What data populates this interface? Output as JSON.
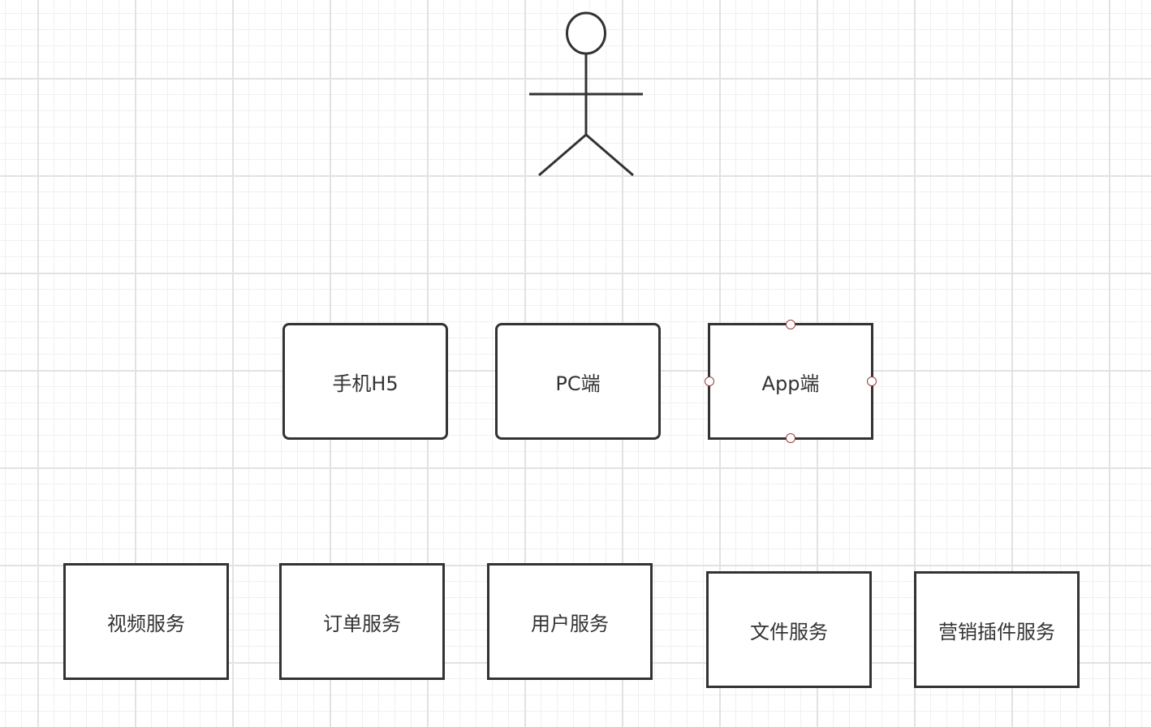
{
  "colors": {
    "stroke": "#333333",
    "grid_major": "#e2e2e2",
    "grid_minor": "#f0f0f0",
    "selection_handle": "#9a3b3b",
    "background": "#ffffff"
  },
  "actor": {
    "icon": "stick-figure-actor-icon"
  },
  "clients": {
    "mobile_h5": "手机H5",
    "pc": "PC端",
    "app": "App端"
  },
  "services": {
    "video": "视频服务",
    "order": "订单服务",
    "user": "用户服务",
    "file": "文件服务",
    "marketing_plugin": "营销插件服务"
  }
}
